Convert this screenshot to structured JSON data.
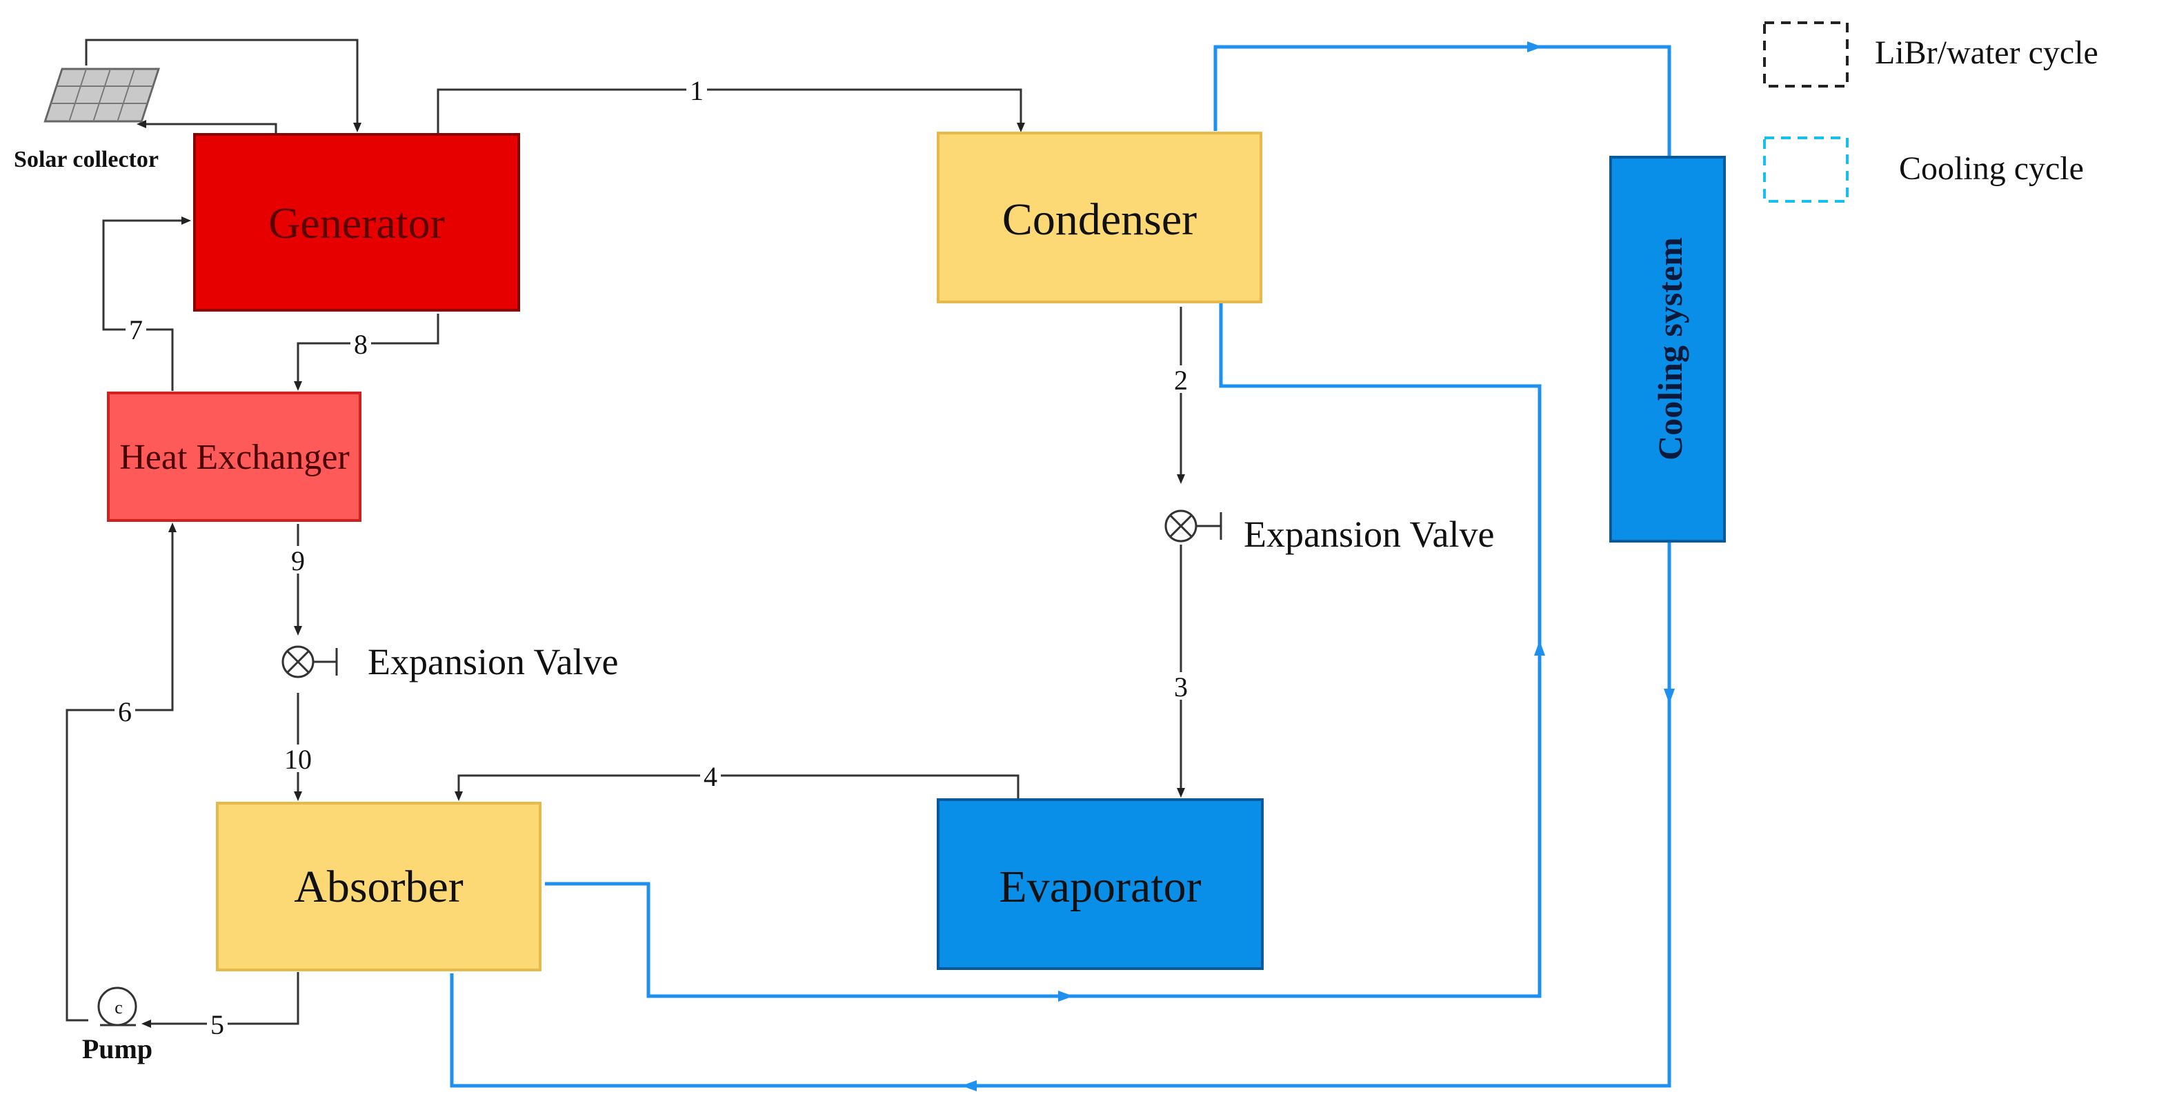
{
  "components": {
    "generator": "Generator",
    "condenser": "Condenser",
    "heat_exchanger": "Heat Exchanger",
    "absorber": "Absorber",
    "evaporator": "Evaporator",
    "cooling_system": "Cooling system",
    "solar_collector": "Solar collector",
    "pump": "Pump"
  },
  "valves": {
    "valve_left": "Expansion Valve",
    "valve_right": "Expansion Valve"
  },
  "streams": [
    "1",
    "2",
    "3",
    "4",
    "5",
    "6",
    "7",
    "8",
    "9",
    "10"
  ],
  "legend": {
    "libr_water": "LiBr/water cycle",
    "cooling": "Cooling cycle"
  },
  "pump_symbol": "c",
  "colors": {
    "generator": "#e60000",
    "heat_exchanger": "#ff5a5a",
    "condenser_absorber": "#fdd975",
    "evaporator_cooling": "#0a8fe8",
    "cooling_line": "#1e90f0",
    "libr_line": "#333333"
  }
}
